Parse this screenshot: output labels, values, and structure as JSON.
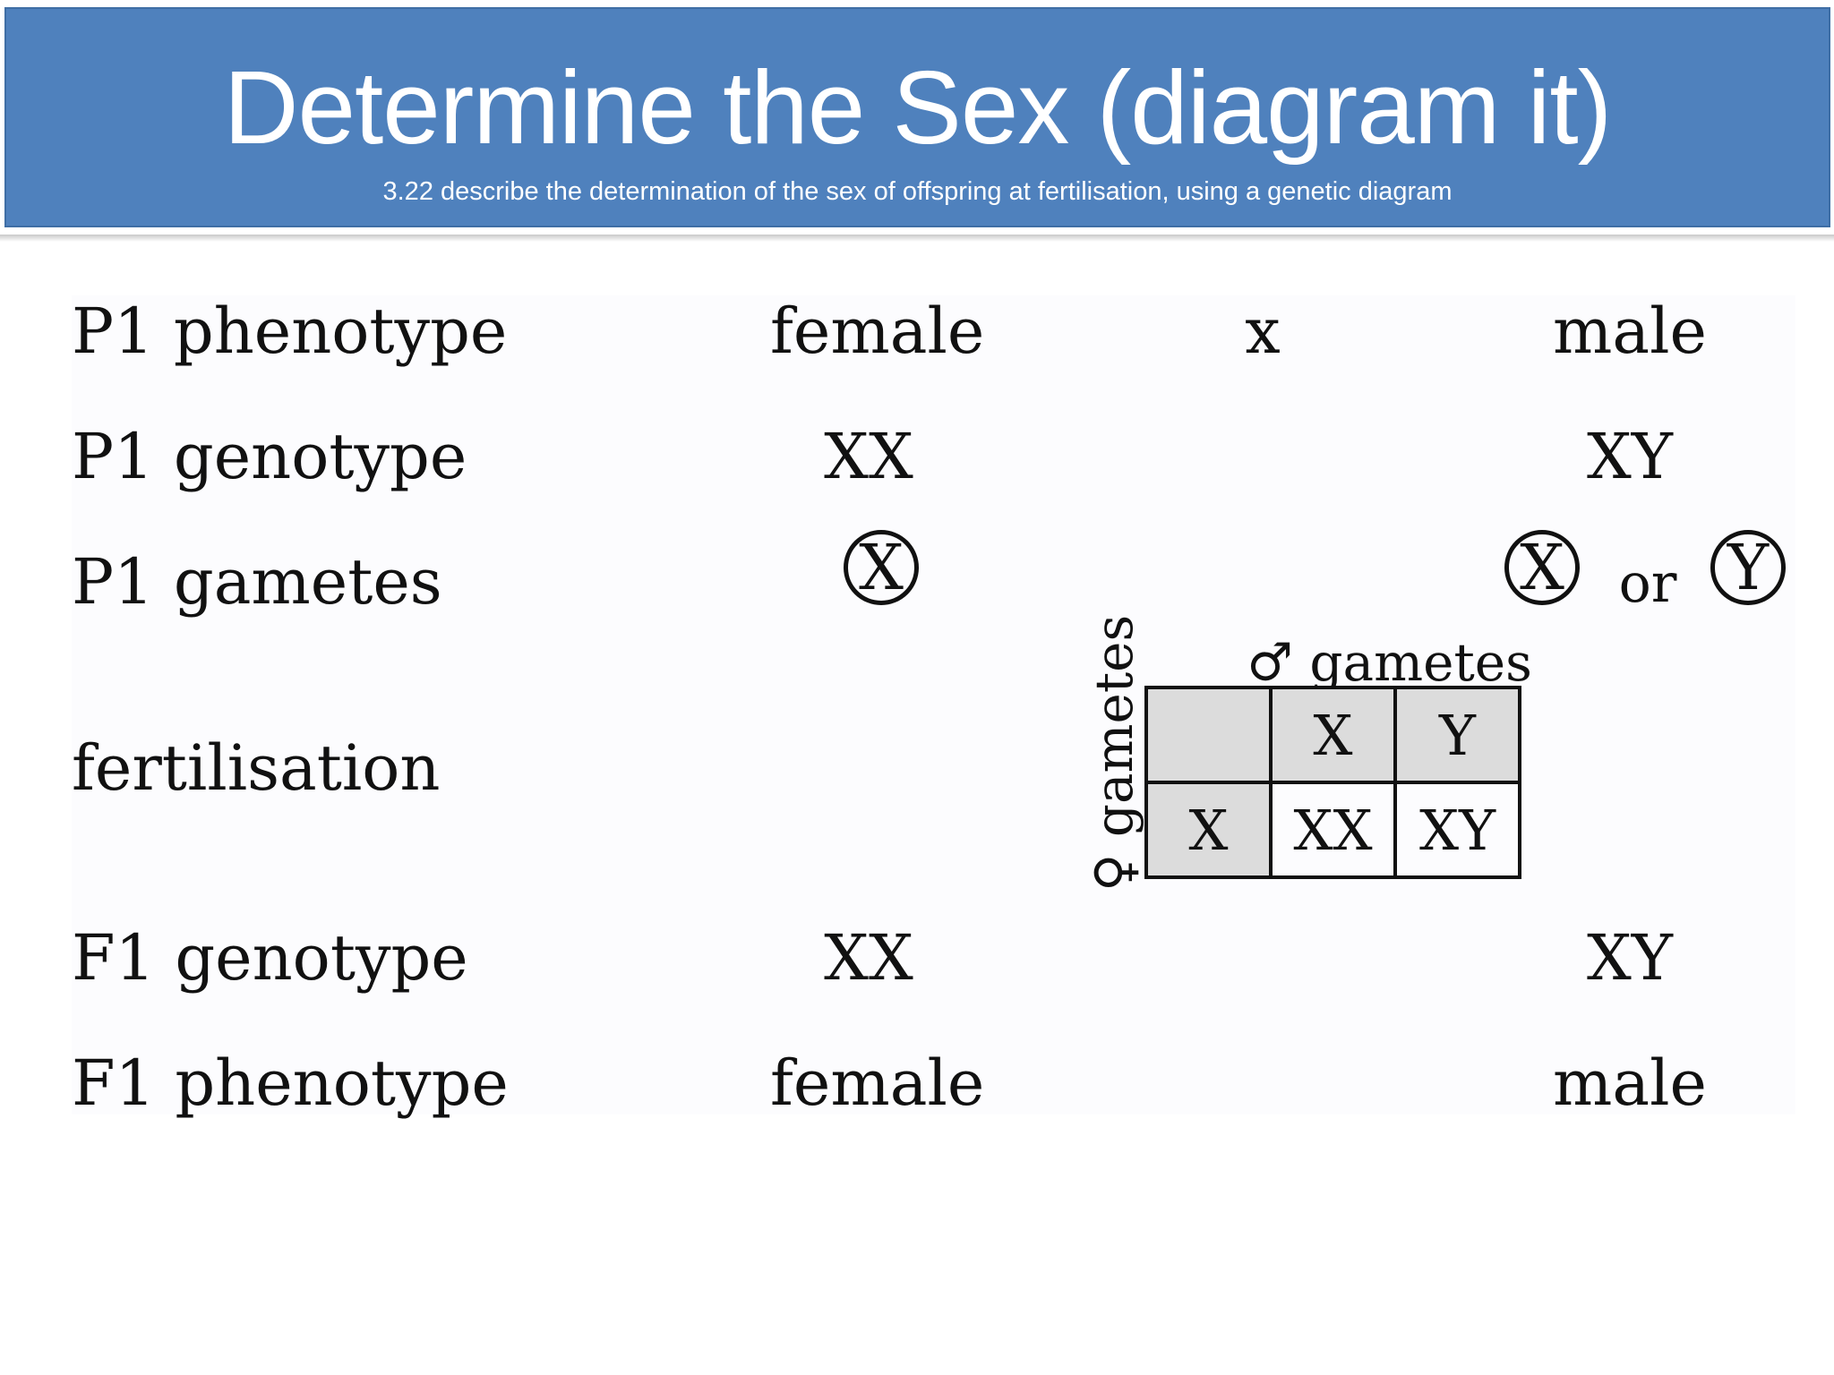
{
  "header": {
    "title": "Determine the Sex (diagram it)",
    "subtitle": "3.22 describe the determination of the sex of offspring at fertilisation, using a genetic diagram"
  },
  "rows": {
    "p1_phenotype": {
      "label": "P1 phenotype",
      "female": "female",
      "cross": "x",
      "male": "male"
    },
    "p1_genotype": {
      "label": "P1 genotype",
      "female": "XX",
      "male": "XY"
    },
    "p1_gametes": {
      "label": "P1 gametes",
      "female_gamete": "X",
      "male_gamete_1": "X",
      "or": "or",
      "male_gamete_2": "Y"
    },
    "fertilisation": {
      "label": "fertilisation"
    },
    "f1_genotype": {
      "label": "F1 genotype",
      "female": "XX",
      "male": "XY"
    },
    "f1_phenotype": {
      "label": "F1 phenotype",
      "female": "female",
      "male": "male"
    }
  },
  "punnett": {
    "male_axis_label": "♂ gametes",
    "female_axis_label": "♀ gametes",
    "header": [
      "",
      "X",
      "Y"
    ],
    "rows": [
      [
        "X",
        "XX",
        "XY"
      ]
    ]
  },
  "colors": {
    "header_bg": "#4f81bd",
    "header_text": "#ffffff",
    "cell_shade": "#dcdcdc"
  }
}
